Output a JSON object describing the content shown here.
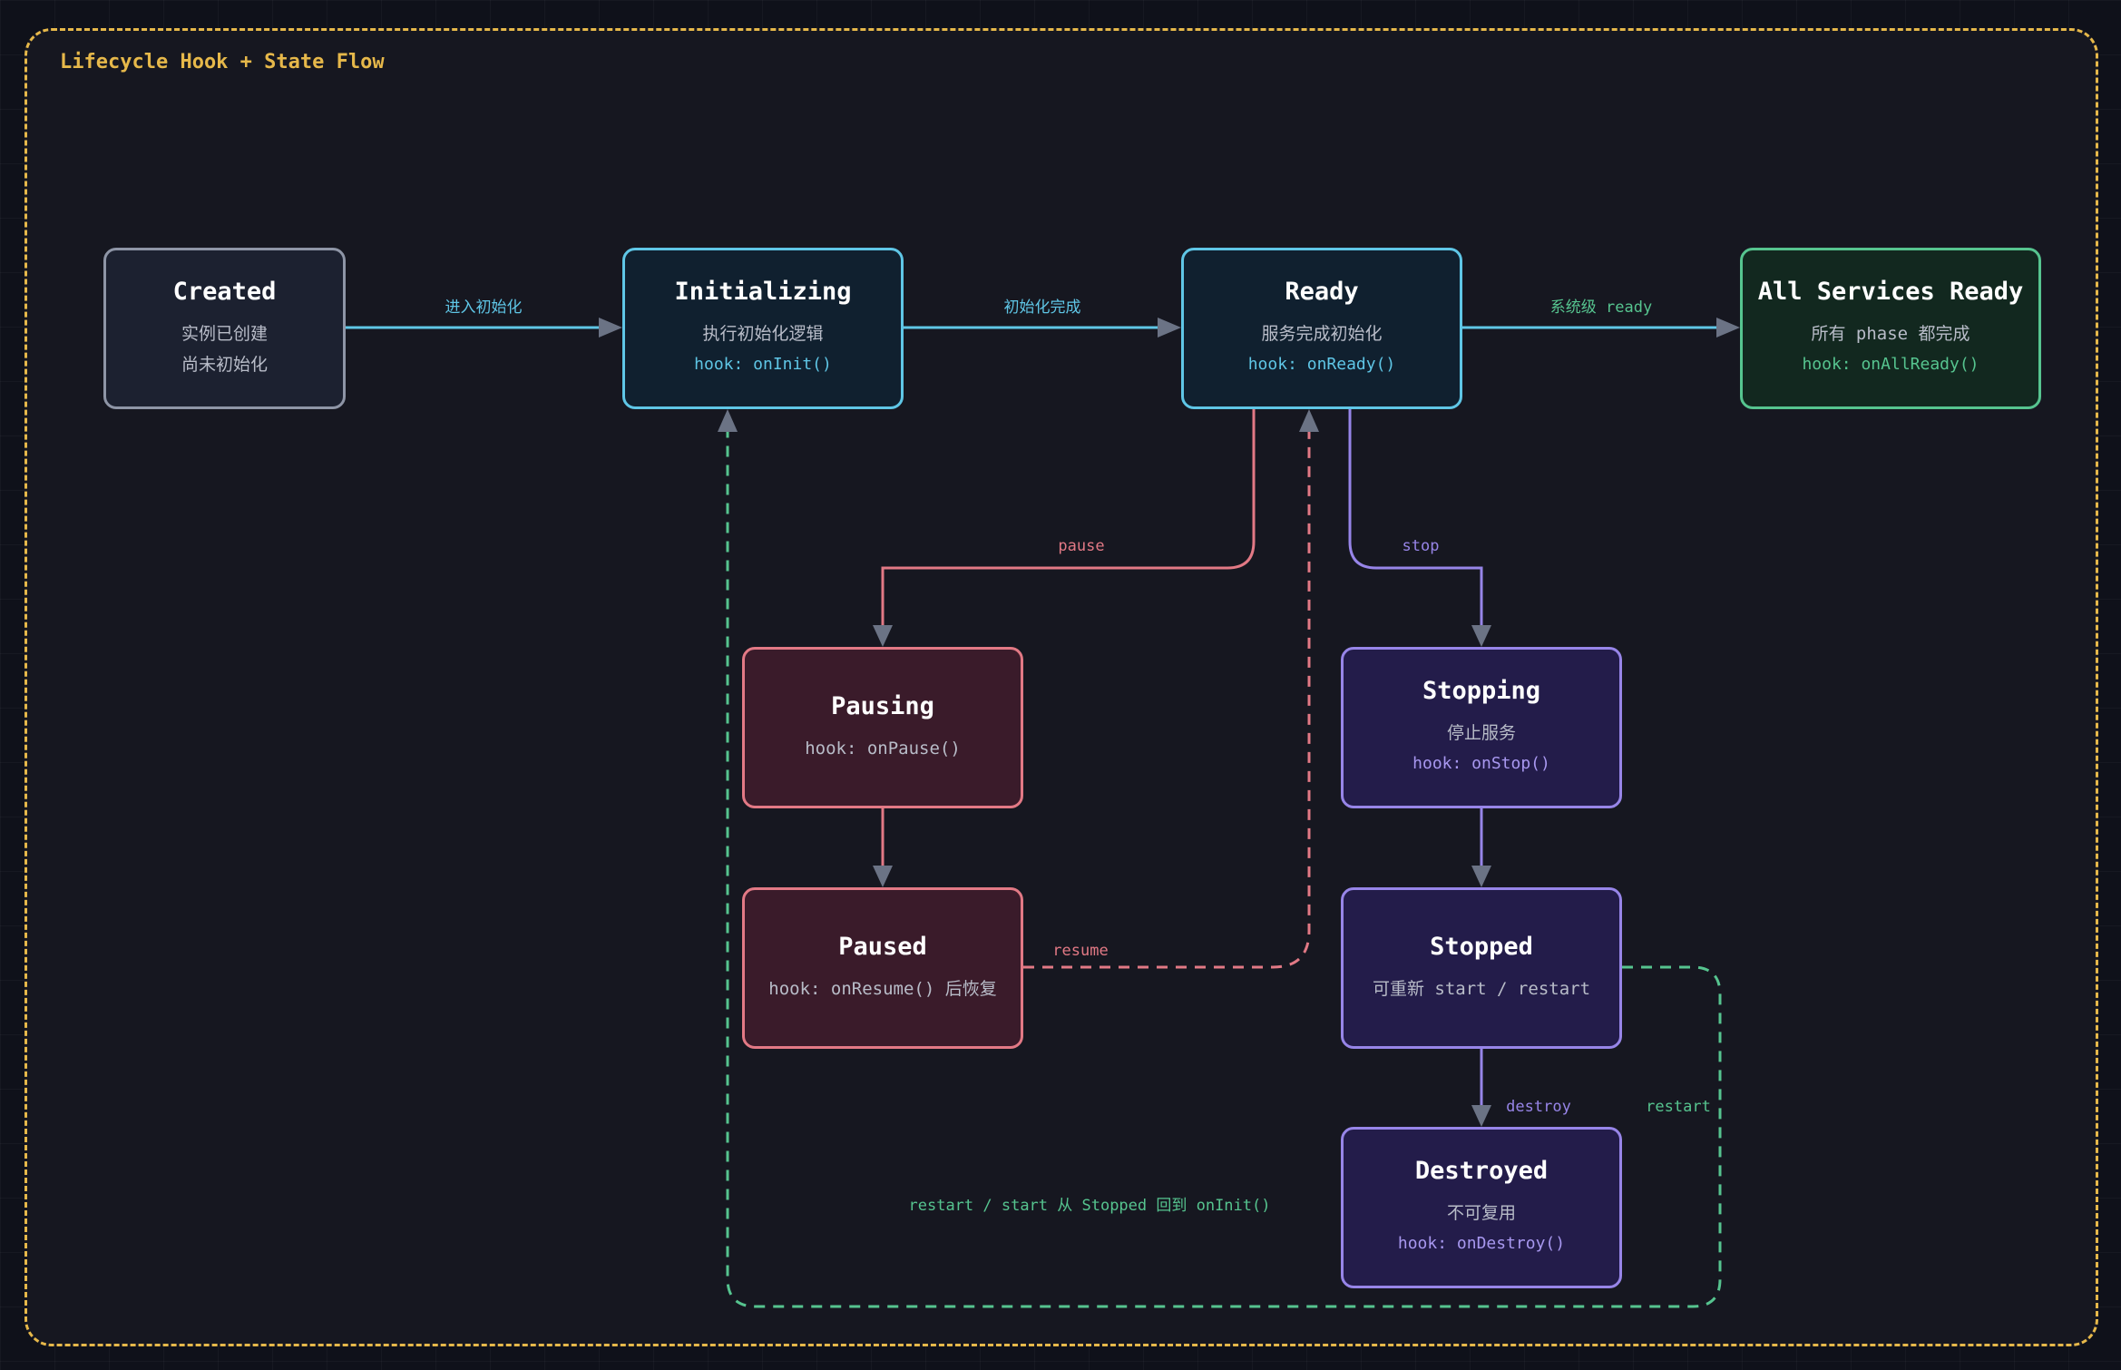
{
  "diagram": {
    "title": "Lifecycle Hook + State Flow",
    "colors": {
      "frame": "#e6b84a",
      "neutral": "#8e95a6",
      "cyan": "#5fc6e6",
      "green": "#56c48f",
      "red": "#e27985",
      "purple": "#9785e8",
      "arrowhead": "#6b7385"
    },
    "nodes": {
      "created": {
        "title": "Created",
        "line1": "实例已创建",
        "line2": "尚未初始化"
      },
      "initializing": {
        "title": "Initializing",
        "line1": "执行初始化逻辑",
        "hook": "hook: onInit()"
      },
      "ready": {
        "title": "Ready",
        "line1": "服务完成初始化",
        "hook": "hook: onReady()"
      },
      "all_ready": {
        "title": "All Services Ready",
        "line1": "所有 phase 都完成",
        "hook": "hook: onAllReady()"
      },
      "pausing": {
        "title": "Pausing",
        "line1": "hook: onPause()"
      },
      "paused": {
        "title": "Paused",
        "line1": "hook: onResume() 后恢复"
      },
      "stopping": {
        "title": "Stopping",
        "line1": "停止服务",
        "hook": "hook: onStop()"
      },
      "stopped": {
        "title": "Stopped",
        "line1": "可重新 start / restart"
      },
      "destroyed": {
        "title": "Destroyed",
        "line1": "不可复用",
        "hook": "hook: onDestroy()"
      }
    },
    "edges": {
      "enter_init": "进入初始化",
      "init_done": "初始化完成",
      "system_ready": "系统级 ready",
      "pause": "pause",
      "stop": "stop",
      "resume": "resume",
      "destroy": "destroy",
      "restart": "restart",
      "restart_note": "restart / start 从 Stopped 回到 onInit()"
    }
  }
}
